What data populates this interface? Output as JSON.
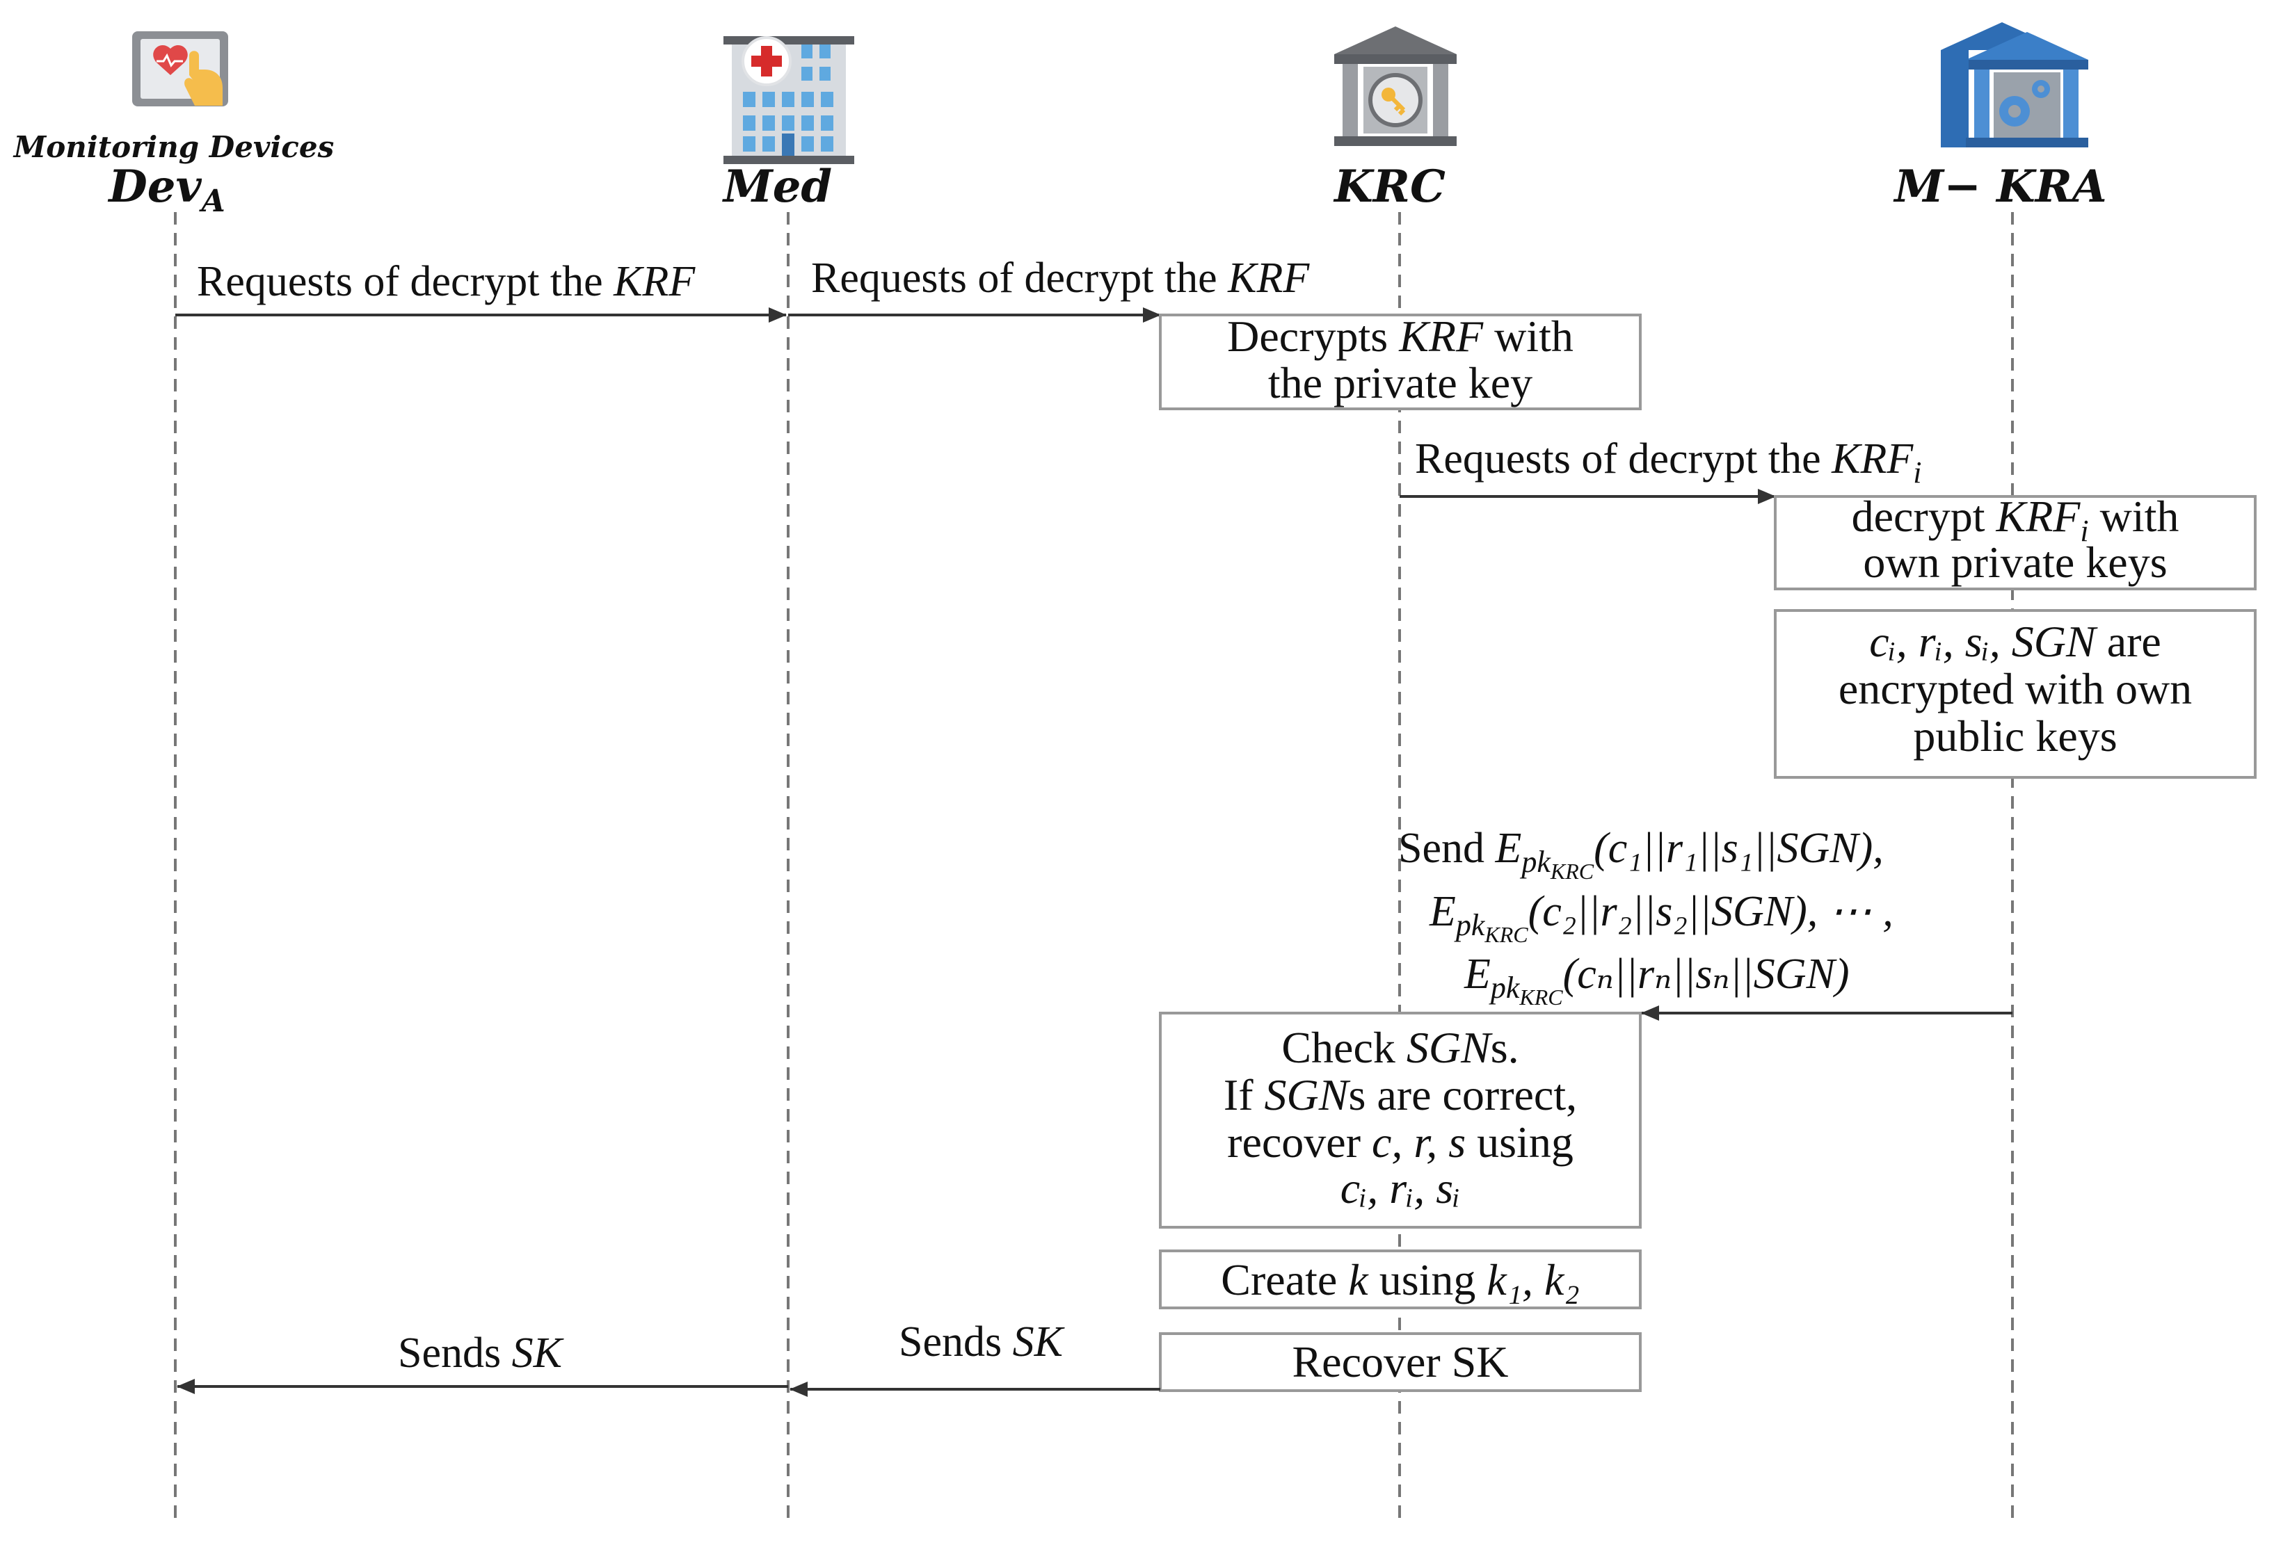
{
  "participants": {
    "dev": {
      "caption": "Monitoring Devices",
      "name": "Dev",
      "sub": "A",
      "icon": "tablet-heart-icon"
    },
    "med": {
      "name": "Med",
      "icon": "hospital-icon"
    },
    "krc": {
      "name": "KRC",
      "icon": "bank-key-icon"
    },
    "mkra": {
      "name": "M− KRA",
      "icon": "bank-gear-icon"
    }
  },
  "messages": {
    "m1": {
      "prefix": "Requests of decrypt the ",
      "var": "KRF"
    },
    "m2": {
      "prefix": "Requests of decrypt the ",
      "var": "KRF"
    },
    "m3": {
      "prefix": "Requests of decrypt the ",
      "var": "KRF",
      "sub": "i"
    },
    "m4": {
      "send": "Send ",
      "E": "E",
      "pk": "pk",
      "krc": "KRC",
      "args1": "(c₁||r₁||s₁||SGN),",
      "args2": "(c₂||r₂||s₂||SGN), ⋯ ,",
      "argsn": "(cₙ||rₙ||sₙ||SGN)"
    },
    "m5": {
      "prefix": "Sends ",
      "var": "SK"
    },
    "m6": {
      "prefix": "Sends ",
      "var": "SK"
    }
  },
  "boxes": {
    "b1": {
      "line1_pre": "Decrypts ",
      "line1_var": "KRF",
      "line1_post": " with",
      "line2": "the private key"
    },
    "b2": {
      "line1_pre": "decrypt ",
      "line1_var": "KRF",
      "line1_sub": "i",
      "line1_post": " with",
      "line2": "own private keys"
    },
    "b3": {
      "line1_var": "cᵢ, rᵢ, sᵢ, SGN",
      "line1_post": " are",
      "line2": "encrypted with own",
      "line3": "public keys"
    },
    "b4": {
      "l1_pre": "Check ",
      "l1_var": "SGN",
      "l1_post": "s.",
      "l2_pre": "If ",
      "l2_var": "SGN",
      "l2_post": "s are correct,",
      "l3_pre": "recover ",
      "l3_var": "c, r, s",
      "l3_post": " using",
      "l4_var": "cᵢ, rᵢ, sᵢ"
    },
    "b5": {
      "pre": "Create ",
      "var1": "k",
      "mid": " using ",
      "var2": "k₁, k₂"
    },
    "b6": {
      "text": "Recover SK"
    }
  },
  "colors": {
    "lifeline": "#777777",
    "arrow": "#333333",
    "box_border": "#999999",
    "icon_blue": "#2e6db4",
    "icon_gray": "#6d6f73",
    "icon_red": "#d62b2b"
  }
}
